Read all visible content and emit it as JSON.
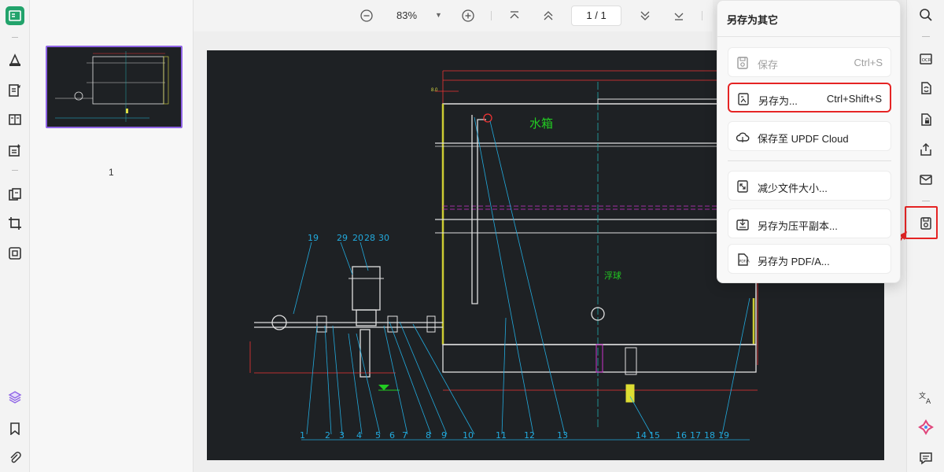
{
  "top_toolbar": {
    "zoom": "83%",
    "page_current": "1",
    "page_total": "1",
    "page_separator": "/"
  },
  "thumbnails": {
    "page_label": "1"
  },
  "save_menu": {
    "title": "另存为其它",
    "items": [
      {
        "label": "保存",
        "shortcut": "Ctrl+S",
        "icon": "save-icon",
        "disabled": true
      },
      {
        "label": "另存为...",
        "shortcut": "Ctrl+Shift+S",
        "icon": "save-as-icon",
        "highlighted": true
      },
      {
        "label": "保存至 UPDF Cloud",
        "shortcut": "",
        "icon": "cloud-icon"
      },
      {
        "label": "减少文件大小...",
        "shortcut": "",
        "icon": "compress-icon"
      },
      {
        "label": "另存为压平副本...",
        "shortcut": "",
        "icon": "flatten-icon"
      },
      {
        "label": "另存为 PDF/A...",
        "shortcut": "",
        "icon": "pdfa-icon"
      }
    ]
  },
  "colors": {
    "accent": "#8f64e6",
    "highlight": "#e52424",
    "cad_bg": "#1e2124"
  }
}
